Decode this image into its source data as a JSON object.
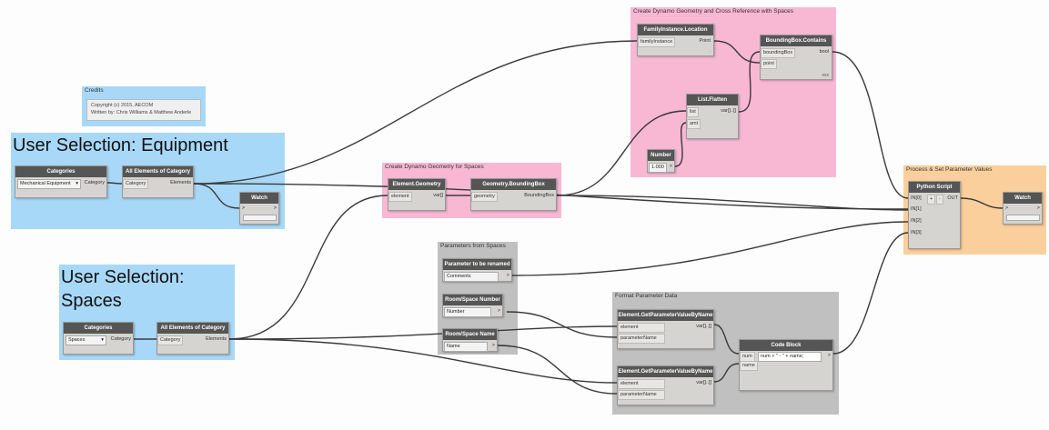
{
  "groups": {
    "spatial": "Create Dynamo Geometry and Cross Reference with Spaces",
    "credits": "Credits",
    "equipment": "User Selection: Equipment",
    "spaces": "User Selection:\nSpaces",
    "geometry": "Create Dynamo Geometry for Spaces",
    "params": "Parameters from Spaces",
    "format": "Format Parameter Data",
    "process": "Process & Set Parameter Values"
  },
  "credits_text": {
    "line1": "Copyright (c) 2015, AECOM",
    "line2": "Written by: Chris Williams & Matthew Anderle"
  },
  "nodes": {
    "cat_eq": {
      "title": "Categories",
      "dropdown": "Mechanical Equipment",
      "out": "Category"
    },
    "all_eq": {
      "title": "All Elements of Category",
      "in": "Category",
      "out": "Elements"
    },
    "watch_eq": {
      "title": "Watch",
      "left": ">",
      "right": ">"
    },
    "fi_loc": {
      "title": "FamilyInstance.Location",
      "in": "familyInstance",
      "out": "Point"
    },
    "bb_contains": {
      "title": "BoundingBox.Contains",
      "in1": "boundingBox",
      "in2": "point",
      "out": "bool",
      "lacing": "xxx"
    },
    "list_flatten": {
      "title": "List.Flatten",
      "in1": "list",
      "in2": "amt",
      "out": "var[]..[]"
    },
    "number": {
      "title": "Number",
      "value": "1.000"
    },
    "elem_geom": {
      "title": "Element.Geometry",
      "in": "element",
      "out": "var[]"
    },
    "geom_bb": {
      "title": "Geometry.BoundingBox",
      "in": "geometry",
      "out": "BoundingBox"
    },
    "python": {
      "title": "Python Script",
      "in0": "IN[0]",
      "in1": "IN[1]",
      "in2": "IN[2]",
      "in3": "IN[3]",
      "plus": "+",
      "minus": "-",
      "out": "OUT"
    },
    "watch_py": {
      "title": "Watch",
      "left": ">",
      "right": ">"
    },
    "param_rename": {
      "title": "Parameter to be renamed",
      "value": "Comments"
    },
    "room_number": {
      "title": "Room/Space Number",
      "value": "Number"
    },
    "room_name": {
      "title": "Room/Space Name",
      "value": "Name"
    },
    "get_param1": {
      "title": "Element.GetParameterValueByName",
      "in1": "element",
      "in2": "parameterName",
      "out": "var[]..[]"
    },
    "get_param2": {
      "title": "Element.GetParameterValueByName",
      "in1": "element",
      "in2": "parameterName",
      "out": "var[]..[]"
    },
    "code_block": {
      "title": "Code Block",
      "in1": "num",
      "in2": "name",
      "code": "num + \" - \" + name;"
    },
    "cat_sp": {
      "title": "Categories",
      "dropdown": "Spaces",
      "out": "Category"
    },
    "all_sp": {
      "title": "All Elements of Category",
      "in": "Category",
      "out": "Elements"
    }
  },
  "colors": {
    "blue_group": "#a8d8f7",
    "pink_group": "#f8b8d4",
    "gray_group": "#c0c0c0",
    "orange_group": "#fbcf9c",
    "node_header": "#555555",
    "wire": "#3a3a3a"
  }
}
